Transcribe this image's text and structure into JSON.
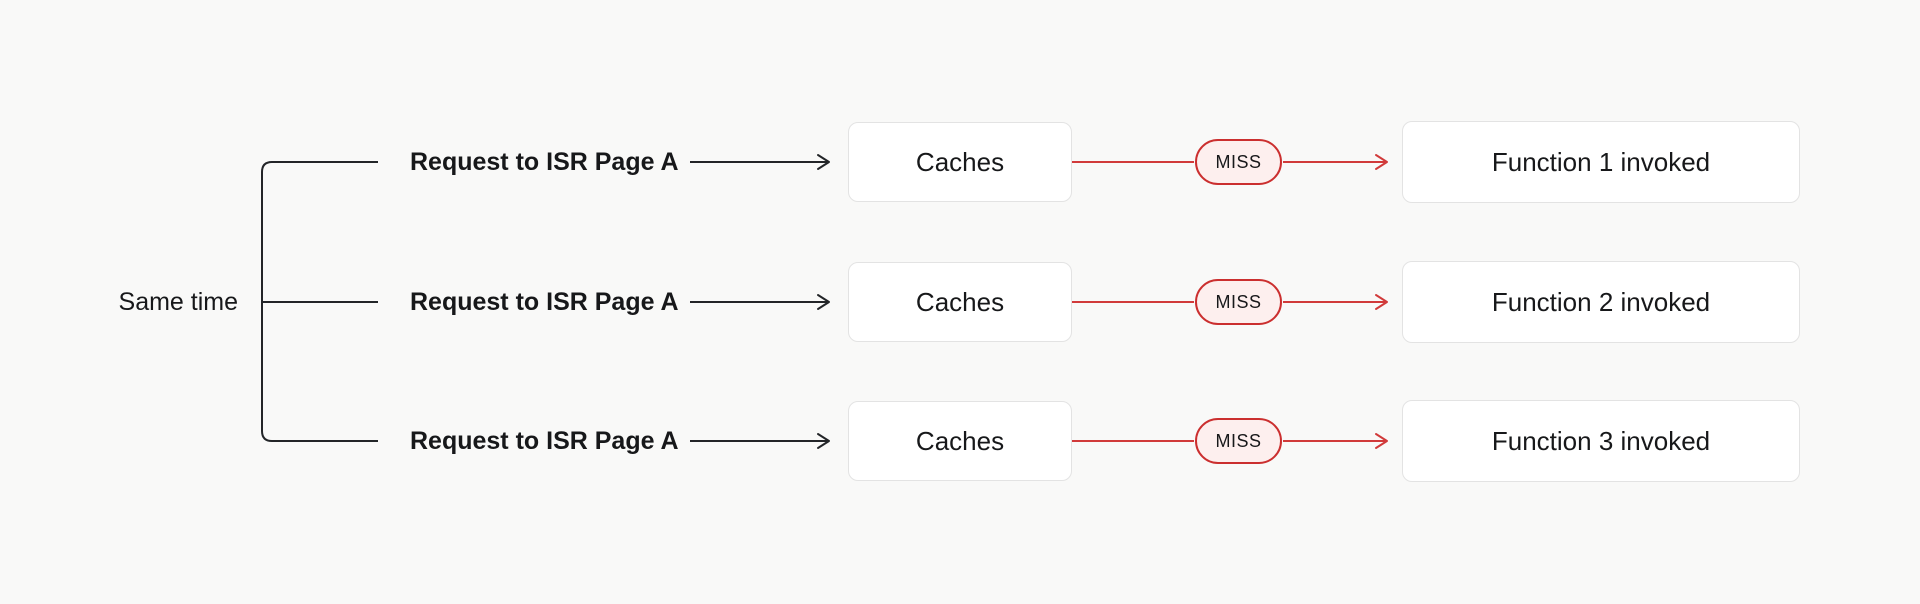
{
  "diagram": {
    "bracket": {
      "label": "Same time"
    },
    "rows": [
      {
        "request_label": "Request to ISR Page A",
        "cache_label": "Caches",
        "status_label": "MISS",
        "result_label": "Function 1 invoked"
      },
      {
        "request_label": "Request to ISR Page A",
        "cache_label": "Caches",
        "status_label": "MISS",
        "result_label": "Function 2 invoked"
      },
      {
        "request_label": "Request to ISR Page A",
        "cache_label": "Caches",
        "status_label": "MISS",
        "result_label": "Function 3 invoked"
      }
    ]
  },
  "icons": {
    "black_arrow": "right-arrow",
    "red_arrow": "right-arrow"
  },
  "colors": {
    "background": "#f9f9f8",
    "box_fill": "#ffffff",
    "box_border": "#e3e3e3",
    "dark_stroke": "#232528",
    "red_stroke": "#d13a3a",
    "pill_border": "#cb2f2f",
    "pill_fill": "#fdefee",
    "text": "#17181a"
  }
}
